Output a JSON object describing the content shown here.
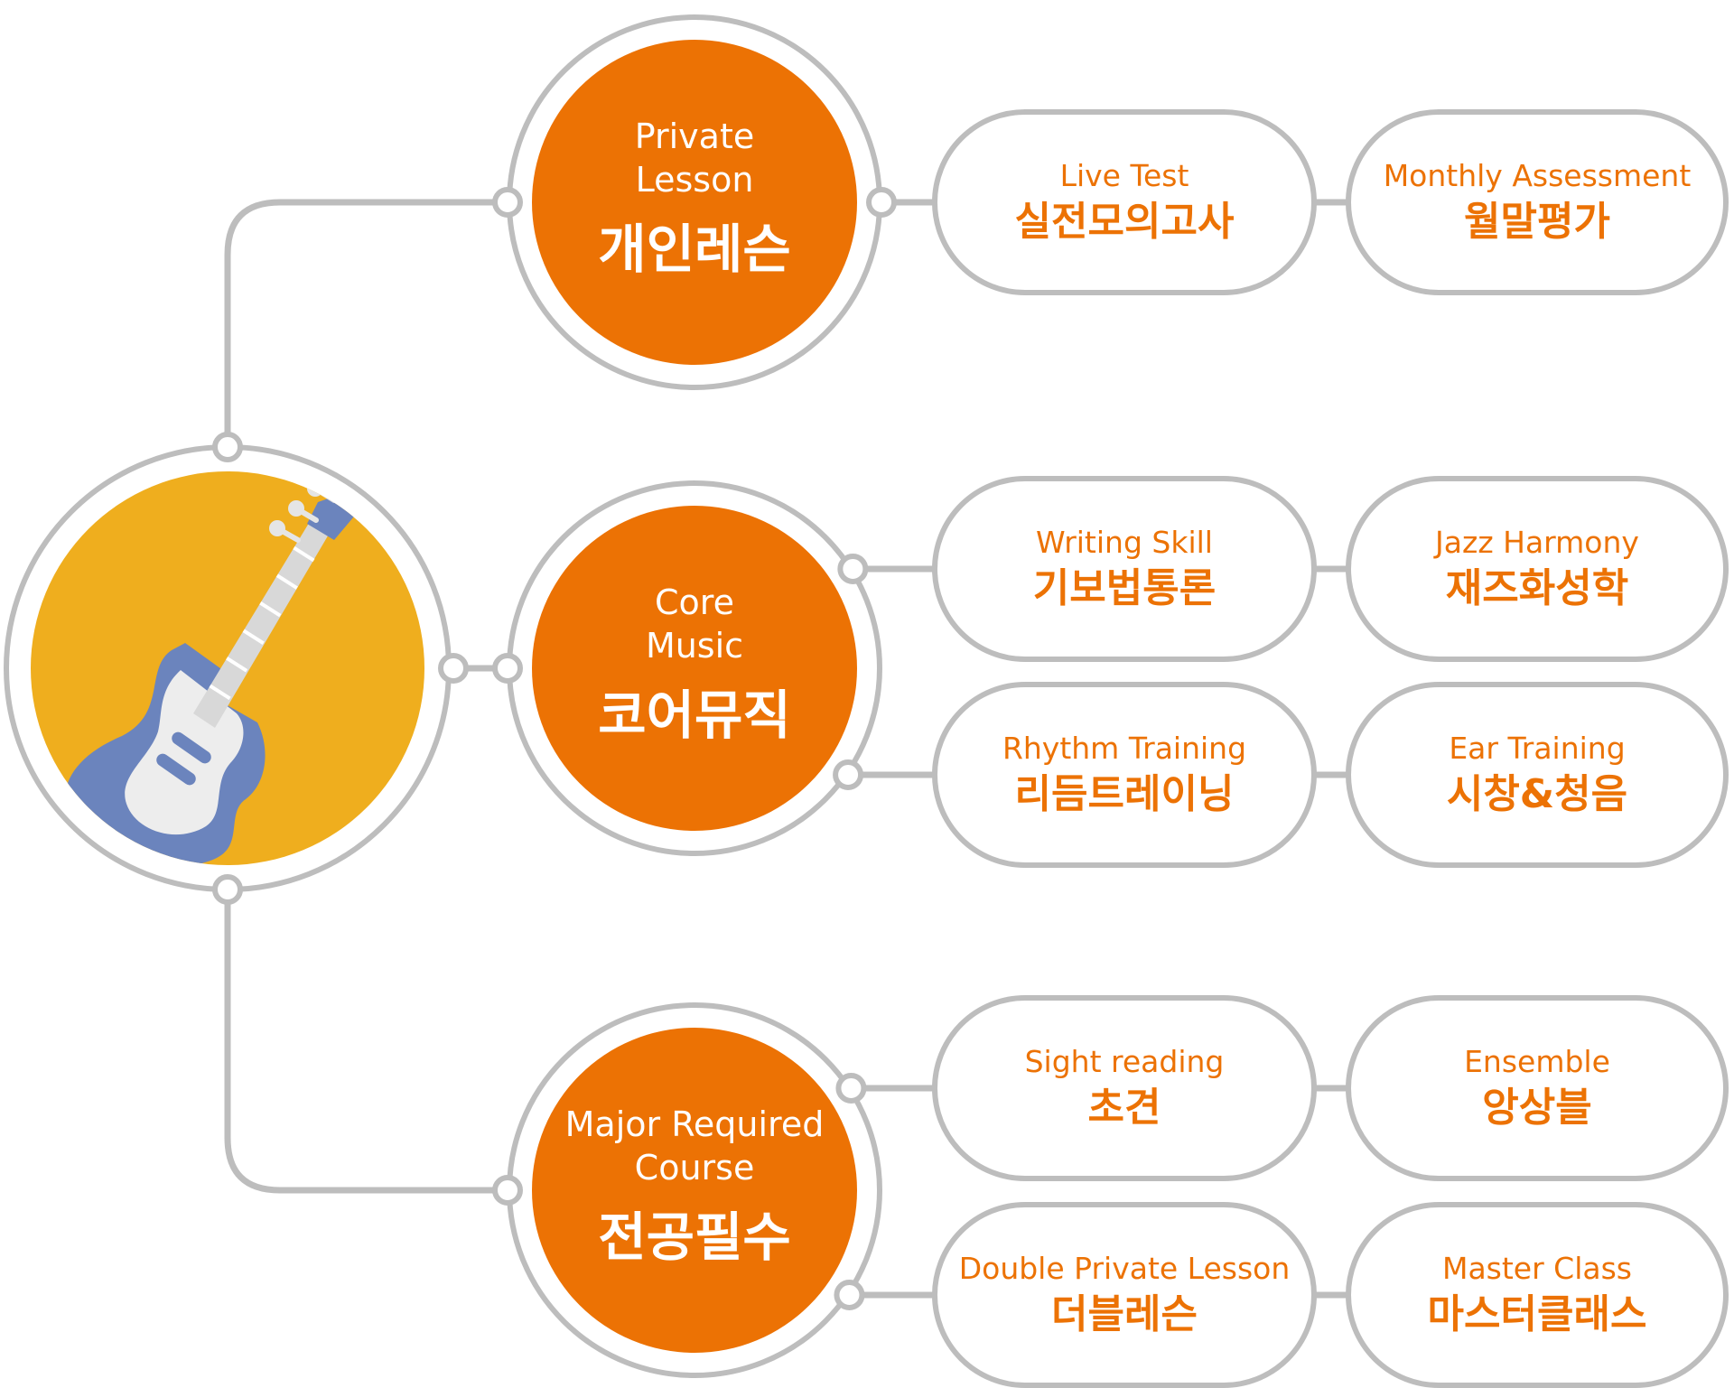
{
  "colors": {
    "accent": "#EC7204",
    "line": "#BDBDBD",
    "hub": "#EFAE1E",
    "guitar_body": "#6B84BD",
    "white": "#FFFFFF"
  },
  "hub": {
    "icon": "electric-guitar-icon"
  },
  "categories": [
    {
      "id": "private-lesson",
      "en": [
        "Private",
        "Lesson"
      ],
      "ko": "개인레슨",
      "rows": [
        {
          "items": [
            {
              "en": "Live Test",
              "ko": "실전모의고사"
            },
            {
              "en": "Monthly Assessment",
              "ko": "월말평가"
            }
          ]
        }
      ]
    },
    {
      "id": "core-music",
      "en": [
        "Core",
        "Music"
      ],
      "ko": "코어뮤직",
      "rows": [
        {
          "items": [
            {
              "en": "Writing Skill",
              "ko": "기보법통론"
            },
            {
              "en": "Jazz Harmony",
              "ko": "재즈화성학"
            }
          ]
        },
        {
          "items": [
            {
              "en": "Rhythm Training",
              "ko": "리듬트레이닝"
            },
            {
              "en": "Ear Training",
              "ko": "시창&청음"
            }
          ]
        }
      ]
    },
    {
      "id": "major-required-course",
      "en": [
        "Major Required",
        "Course"
      ],
      "ko": "전공필수",
      "rows": [
        {
          "items": [
            {
              "en": "Sight reading",
              "ko": "초견"
            },
            {
              "en": "Ensemble",
              "ko": "앙상블"
            }
          ]
        },
        {
          "items": [
            {
              "en": "Double Private Lesson",
              "ko": "더블레슨"
            },
            {
              "en": "Master Class",
              "ko": "마스터클래스"
            }
          ]
        }
      ]
    }
  ]
}
